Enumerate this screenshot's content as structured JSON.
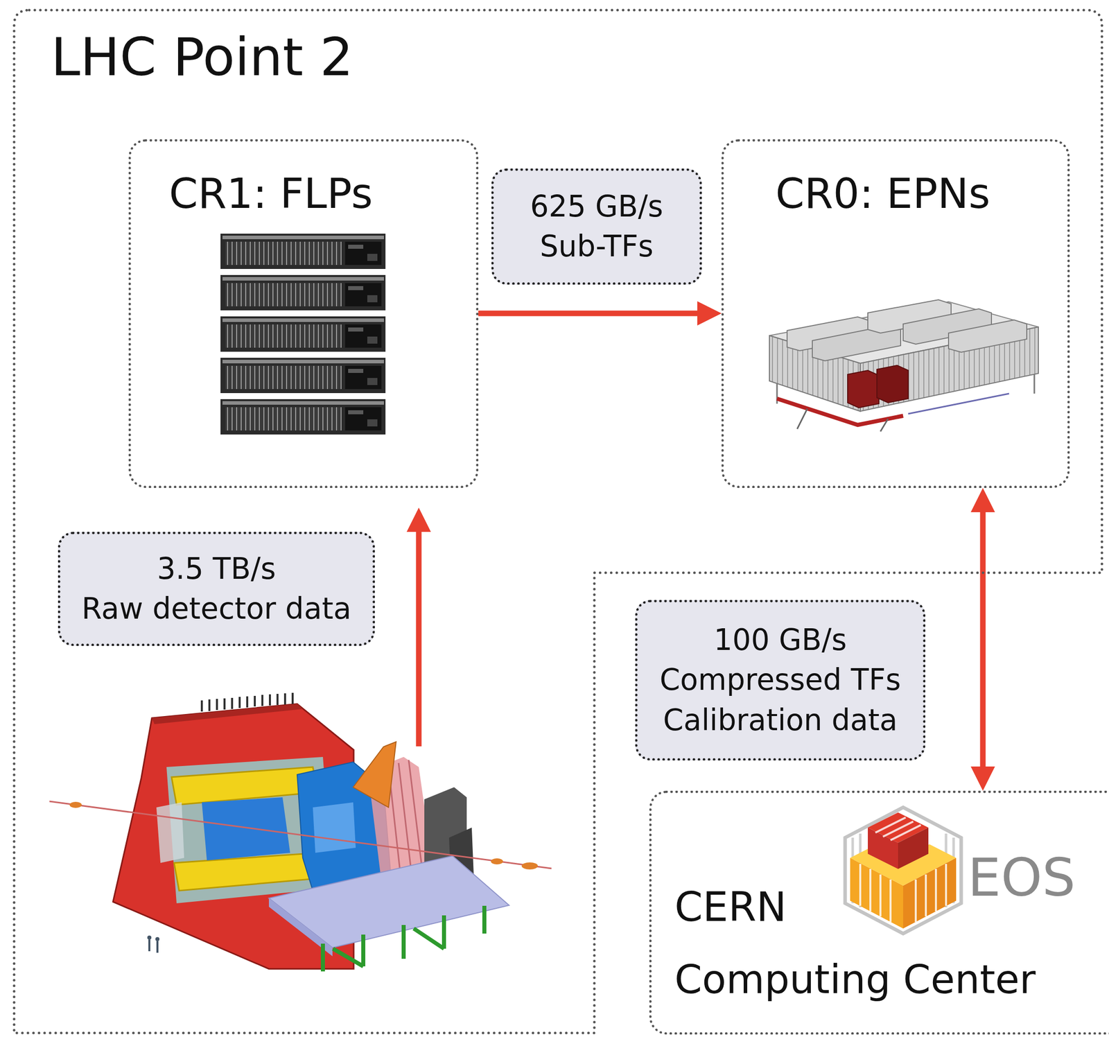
{
  "diagram": {
    "nodes": [
      {
        "text": [
          "LHC Point 2"
        ]
      },
      {
        "text": [
          "CR1: FLPs"
        ],
        "in": 0
      },
      {
        "text": [
          "CR0: EPNs"
        ],
        "in": 0
      },
      {
        "text": [
          "CERN",
          "Computing Center"
        ]
      }
    ],
    "edges": [
      {
        "from": 1,
        "to": 2,
        "arrow": "to",
        "label": "625 GB/s Sub-TFs"
      },
      {
        "from": 2,
        "to": 3,
        "arrow": "both",
        "label": "100 GB/s Compressed TFs Calibration data"
      }
    ],
    "labels": [
      "3.5 TB/s",
      "Raw detector data",
      "EOS"
    ]
  }
}
